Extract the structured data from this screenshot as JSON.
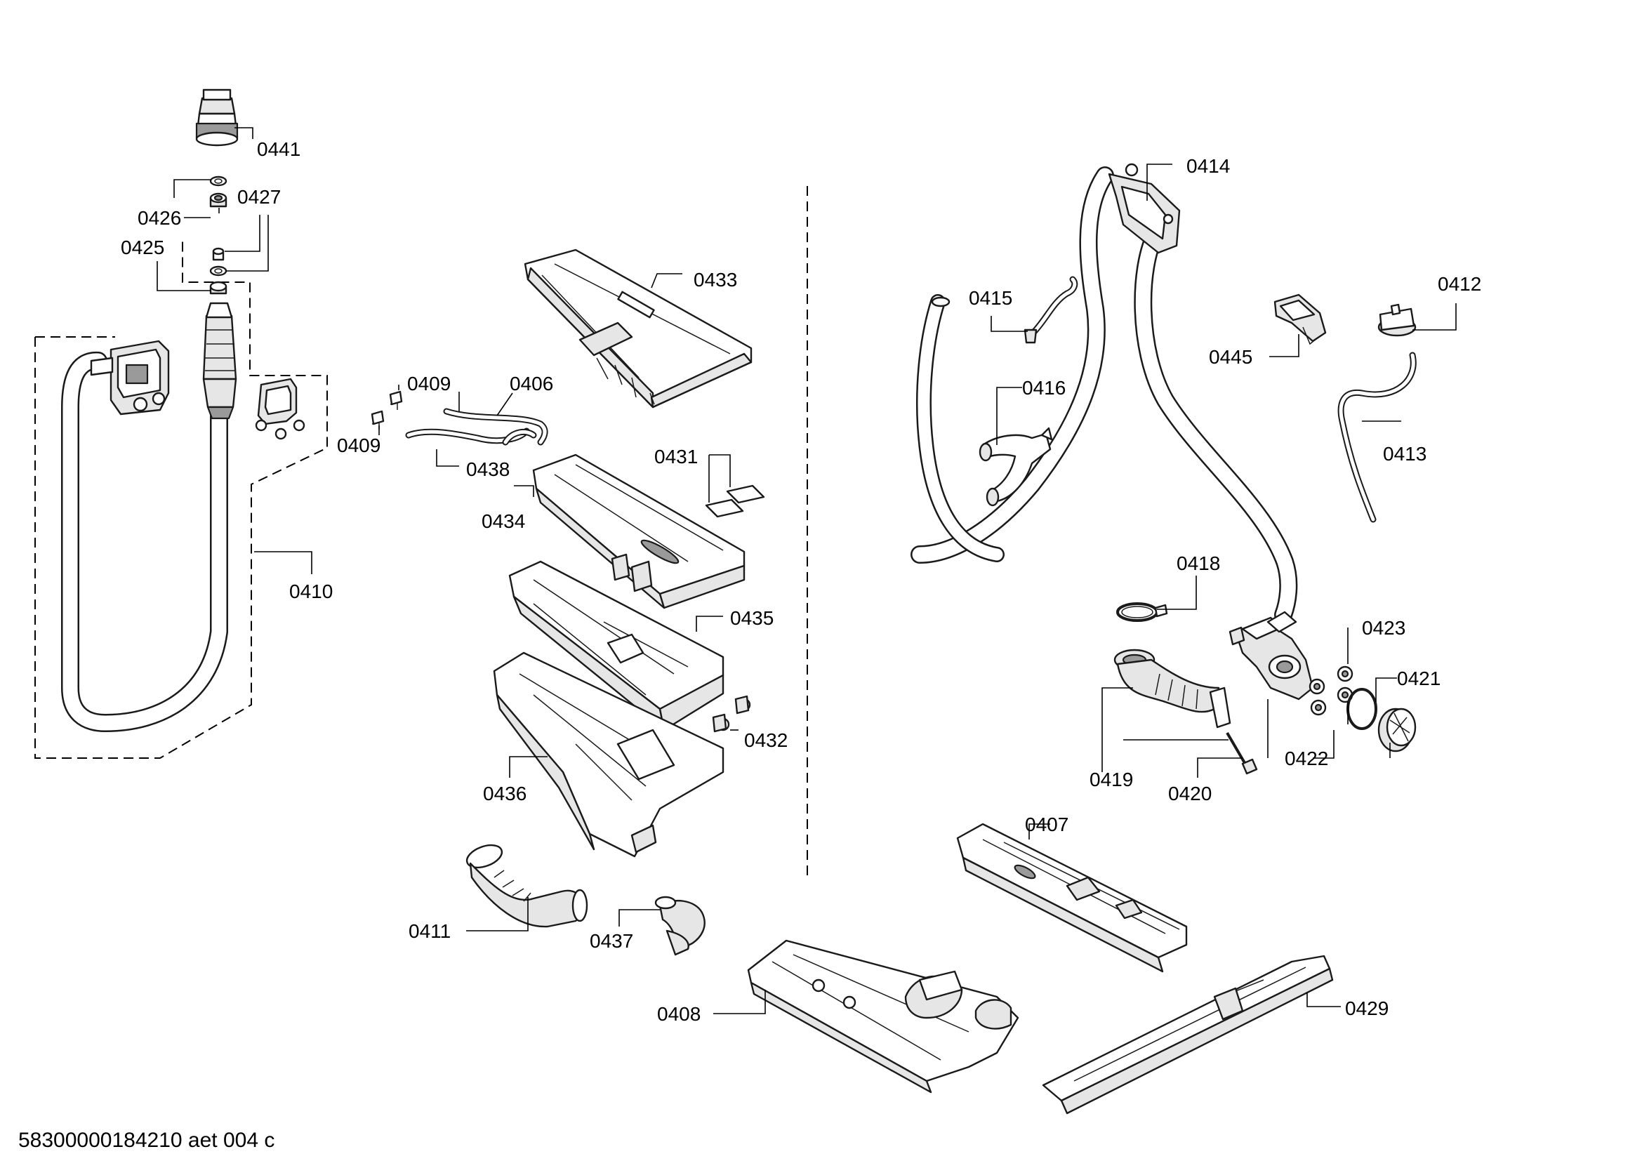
{
  "diagram": {
    "footer": "58300000184210 aet 004 c",
    "labels": {
      "p0441": "0441",
      "p0426": "0426",
      "p0427": "0427",
      "p0425": "0425",
      "p0410": "0410",
      "p0409a": "0409",
      "p0409b": "0409",
      "p0406": "0406",
      "p0438": "0438",
      "p0433": "0433",
      "p0431": "0431",
      "p0434": "0434",
      "p0435": "0435",
      "p0432": "0432",
      "p0436": "0436",
      "p0411": "0411",
      "p0437": "0437",
      "p0414": "0414",
      "p0415": "0415",
      "p0416": "0416",
      "p0412": "0412",
      "p0445": "0445",
      "p0413": "0413",
      "p0418": "0418",
      "p0423": "0423",
      "p0421": "0421",
      "p0419": "0419",
      "p0420": "0420",
      "p0422": "0422",
      "p0407": "0407",
      "p0408": "0408",
      "p0429": "0429"
    }
  }
}
